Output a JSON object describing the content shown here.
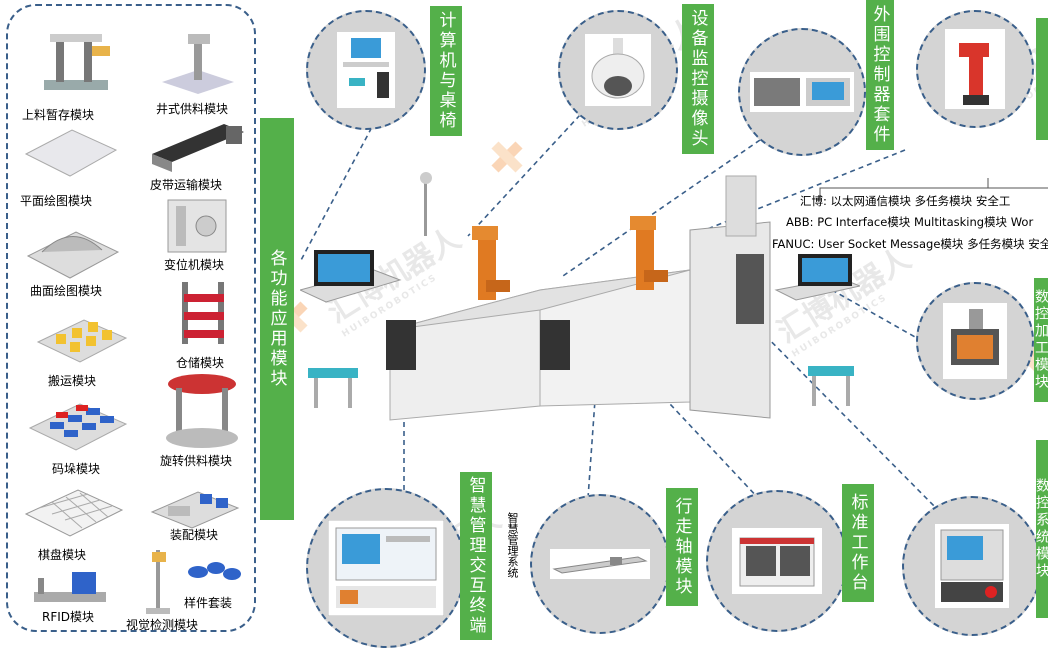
{
  "left_panel": {
    "side_label": "各功能应用模块",
    "modules": [
      {
        "label": "上料暂存模块"
      },
      {
        "label": "井式供料模块"
      },
      {
        "label": "平面绘图模块"
      },
      {
        "label": "皮带运输模块"
      },
      {
        "label": "曲面绘图模块"
      },
      {
        "label": "变位机模块"
      },
      {
        "label": "仓储模块"
      },
      {
        "label": "搬运模块"
      },
      {
        "label": "码垛模块"
      },
      {
        "label": "旋转供料模块"
      },
      {
        "label": "装配模块"
      },
      {
        "label": "棋盘模块"
      },
      {
        "label": "样件套装"
      },
      {
        "label": "RFID模块"
      },
      {
        "label": "视觉检测模块"
      }
    ]
  },
  "callouts": {
    "computer_desk": "计算机与桌椅",
    "camera": "设备监控摄像头",
    "controller": "外围控制器套件",
    "smart_terminal": "智慧管理交互终端",
    "smart_terminal_sub": "智慧管理系统",
    "walk_axis": "行走轴模块",
    "workbench": "标准工作台",
    "right_top_partial": "数控加工模块",
    "right_bottom_partial": "数控系统模块"
  },
  "controller_notes": [
    {
      "brand": "汇博:",
      "items": "以太网通信模块    多任务模块    安全工"
    },
    {
      "brand": "ABB:",
      "items": "PC Interface模块  Multitasking模块  Wor"
    },
    {
      "brand": "FANUC:",
      "items": "User Socket Message模块  多任务模块  安全工"
    }
  ],
  "watermark": {
    "text": "汇博机器人",
    "sub": "HUIBOROBOTICS"
  },
  "colors": {
    "green": "#54b04a",
    "dash": "#3a5f8a",
    "circle": "#d4d4d4"
  }
}
